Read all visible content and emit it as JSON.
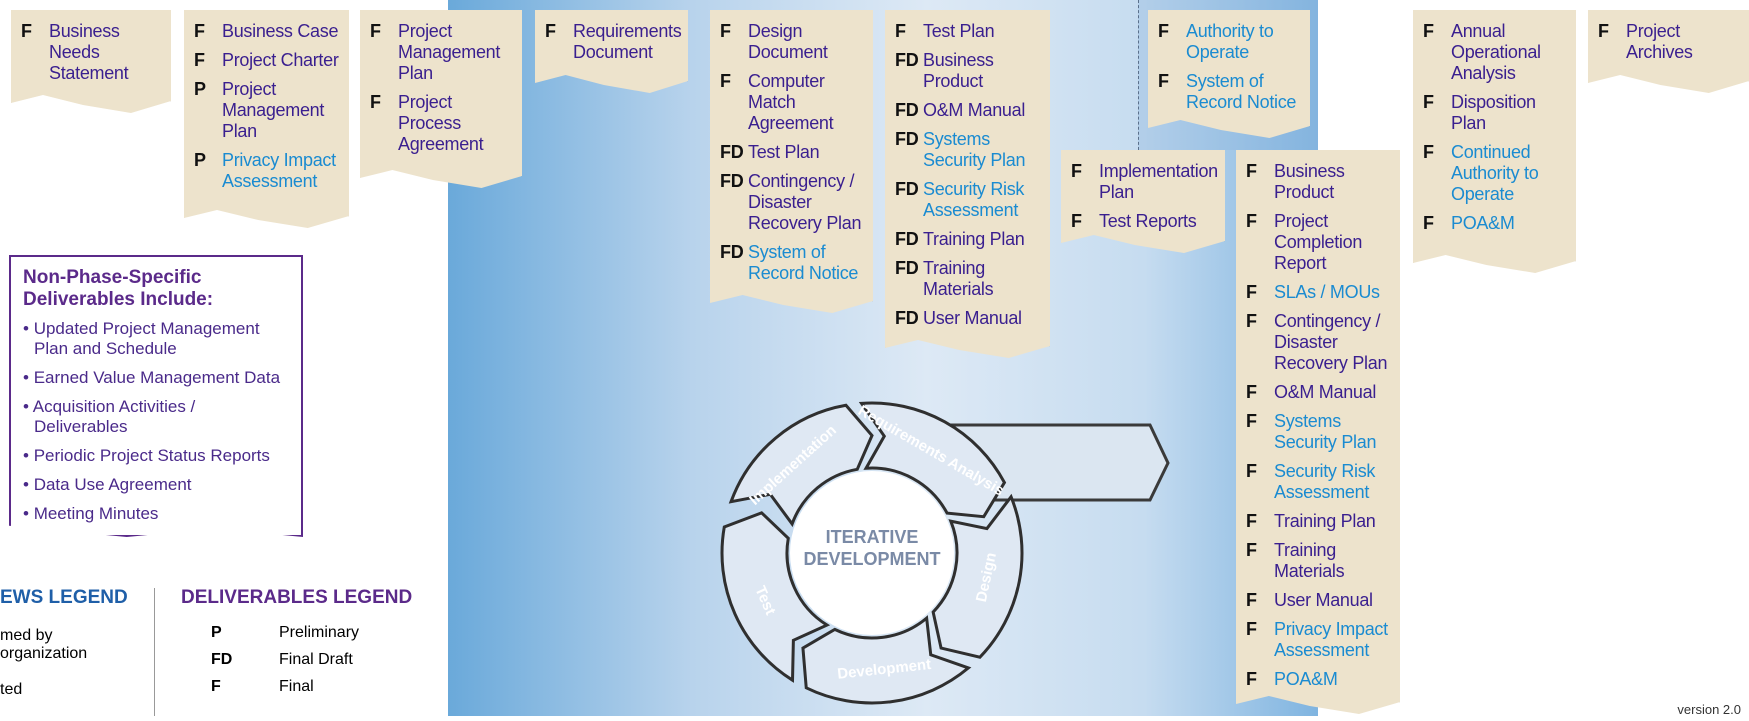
{
  "cards": [
    {
      "items": [
        {
          "code": "F",
          "text": "Business Needs Statement"
        }
      ]
    },
    {
      "items": [
        {
          "code": "F",
          "text": "Business Case"
        },
        {
          "code": "F",
          "text": "Project Charter"
        },
        {
          "code": "P",
          "text": "Project Management Plan"
        },
        {
          "code": "P",
          "text": "Privacy Impact Assessment",
          "lb": true
        }
      ]
    },
    {
      "items": [
        {
          "code": "F",
          "text": "Project Management Plan"
        },
        {
          "code": "F",
          "text": "Project Process Agreement"
        }
      ]
    },
    {
      "items": [
        {
          "code": "F",
          "text": "Requirements Document"
        }
      ]
    },
    {
      "items": [
        {
          "code": "F",
          "text": "Design Document"
        },
        {
          "code": "F",
          "text": "Computer Match Agreement"
        },
        {
          "code": "FD",
          "text": "Test Plan"
        },
        {
          "code": "FD",
          "text": "Contingency / Disaster Recovery Plan"
        },
        {
          "code": "FD",
          "text": "System of Record Notice",
          "lb": true
        }
      ]
    },
    {
      "items": [
        {
          "code": "F",
          "text": "Test Plan"
        },
        {
          "code": "FD",
          "text": "Business Product"
        },
        {
          "code": "FD",
          "text": "O&M Manual"
        },
        {
          "code": "FD",
          "text": "Systems Security Plan",
          "lb": true
        },
        {
          "code": "FD",
          "text": "Security Risk Assessment",
          "lb": true
        },
        {
          "code": "FD",
          "text": "Training Plan"
        },
        {
          "code": "FD",
          "text": "Training Materials"
        },
        {
          "code": "FD",
          "text": "User Manual"
        }
      ]
    },
    {
      "items": [
        {
          "code": "F",
          "text": "Authority to Operate",
          "lb": true
        },
        {
          "code": "F",
          "text": "System of Record Notice",
          "lb": true
        }
      ]
    },
    {
      "items": [
        {
          "code": "F",
          "text": "Implementation Plan"
        },
        {
          "code": "F",
          "text": "Test Reports"
        }
      ]
    },
    {
      "items": [
        {
          "code": "F",
          "text": "Business Product"
        },
        {
          "code": "F",
          "text": "Project Completion Report"
        },
        {
          "code": "F",
          "text": "SLAs / MOUs",
          "lb": true
        },
        {
          "code": "F",
          "text": "Contingency / Disaster Recovery Plan"
        },
        {
          "code": "F",
          "text": "O&M Manual"
        },
        {
          "code": "F",
          "text": "Systems Security Plan",
          "lb": true
        },
        {
          "code": "F",
          "text": "Security Risk Assessment",
          "lb": true
        },
        {
          "code": "F",
          "text": "Training Plan"
        },
        {
          "code": "F",
          "text": "Training Materials"
        },
        {
          "code": "F",
          "text": "User Manual"
        },
        {
          "code": "F",
          "text": "Privacy Impact Assessment",
          "lb": true
        },
        {
          "code": "F",
          "text": "POA&M",
          "lb": true
        }
      ]
    },
    {
      "items": [
        {
          "code": "F",
          "text": "Annual Operational Analysis"
        },
        {
          "code": "F",
          "text": "Disposition Plan"
        },
        {
          "code": "F",
          "text": "Continued Authority to Operate",
          "lb": true
        },
        {
          "code": "F",
          "text": "POA&M",
          "lb": true
        }
      ]
    },
    {
      "items": [
        {
          "code": "F",
          "text": "Project Archives"
        }
      ]
    }
  ],
  "non_phase": {
    "title": "Non-Phase-Specific Deliverables Include:",
    "items": [
      "Updated Project Management Plan and Schedule",
      "Earned Value Management Data",
      "Acquisition Activities / Deliverables",
      "Periodic Project Status Reports",
      "Data Use Agreement",
      "Meeting Minutes"
    ]
  },
  "reviews_legend": {
    "title": "EWS LEGEND",
    "items": [
      "med by",
      "organization",
      "ted"
    ]
  },
  "deliverables_legend": {
    "title": "DELIVERABLES LEGEND",
    "items": [
      {
        "code": "P",
        "label": "Preliminary"
      },
      {
        "code": "FD",
        "label": "Final Draft"
      },
      {
        "code": "F",
        "label": "Final"
      }
    ]
  },
  "cycle": {
    "center_line1": "ITERATIVE",
    "center_line2": "DEVELOPMENT",
    "segments": [
      "Implementation",
      "Requirements Analysis",
      "Design",
      "Development",
      "Test"
    ]
  },
  "colors": {
    "card": "#ede3cc",
    "purple": "#3a1f8f",
    "light_blue": "#1a8bd1",
    "legend_purple": "#5b2a8a",
    "legend_blue": "#1f5fa8"
  },
  "version": "version 2.0"
}
